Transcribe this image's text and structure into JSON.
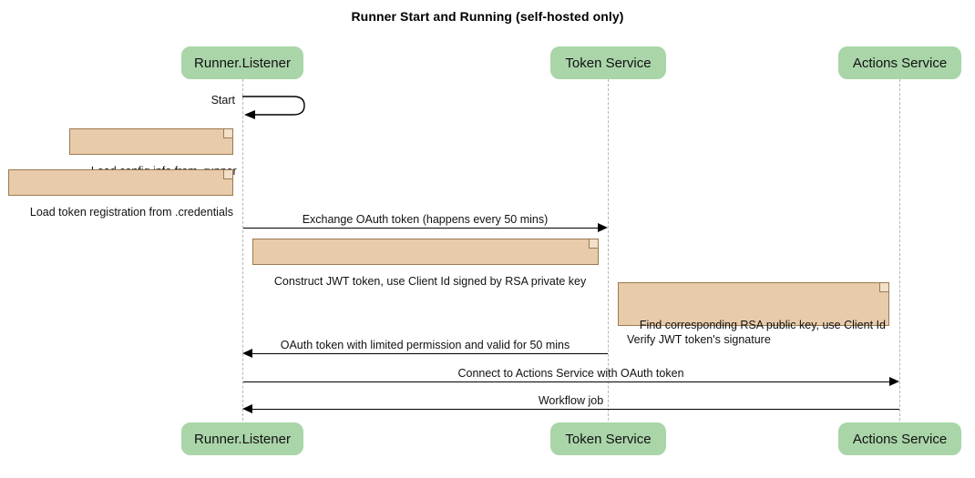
{
  "diagram": {
    "type": "sequence-diagram",
    "title": "Runner Start and Running (self-hosted only)",
    "colors": {
      "participant_fill": "#a9d5a9",
      "note_fill": "#e8cbaa",
      "note_border": "#9a7b52",
      "lifeline": "#b5b5b5",
      "arrow": "#000000",
      "background": "#ffffff"
    }
  },
  "participants": [
    {
      "id": "runner",
      "label": "Runner.Listener"
    },
    {
      "id": "token",
      "label": "Token Service"
    },
    {
      "id": "actions",
      "label": "Actions Service"
    }
  ],
  "participants_bottom": [
    {
      "id": "runner",
      "label": "Runner.Listener"
    },
    {
      "id": "token",
      "label": "Token Service"
    },
    {
      "id": "actions",
      "label": "Actions Service"
    }
  ],
  "messages": [
    {
      "id": "start",
      "label": "Start",
      "from": "runner",
      "to": "runner",
      "kind": "self",
      "arrow": "solid"
    },
    {
      "id": "exchange-oauth-token",
      "label": "Exchange OAuth token (happens every 50 mins)",
      "from": "runner",
      "to": "token",
      "kind": "sync",
      "arrow": "solid",
      "direction": "right"
    },
    {
      "id": "oauth-token-response",
      "label": "OAuth token with limited permission and valid for 50 mins",
      "from": "token",
      "to": "runner",
      "kind": "return",
      "arrow": "solid",
      "direction": "left"
    },
    {
      "id": "connect-to-actions-service",
      "label": "Connect to Actions Service with OAuth token",
      "from": "runner",
      "to": "actions",
      "kind": "sync",
      "arrow": "solid",
      "direction": "right"
    },
    {
      "id": "workflow-job",
      "label": "Workflow job",
      "from": "actions",
      "to": "runner",
      "kind": "return",
      "arrow": "solid",
      "direction": "left"
    }
  ],
  "notes": [
    {
      "id": "note-load-config",
      "text": "Load config info from .runner",
      "attached_to": "runner"
    },
    {
      "id": "note-load-token-registration",
      "text": "Load token registration from .credentials",
      "attached_to": "runner"
    },
    {
      "id": "note-construct-jwt",
      "text": "Construct JWT token, use Client Id signed by RSA private key",
      "attached_to": "runner"
    },
    {
      "id": "note-verify-jwt",
      "text": "Find corresponding RSA public key, use Client Id\nVerify JWT token's signature",
      "attached_to": "token"
    }
  ]
}
